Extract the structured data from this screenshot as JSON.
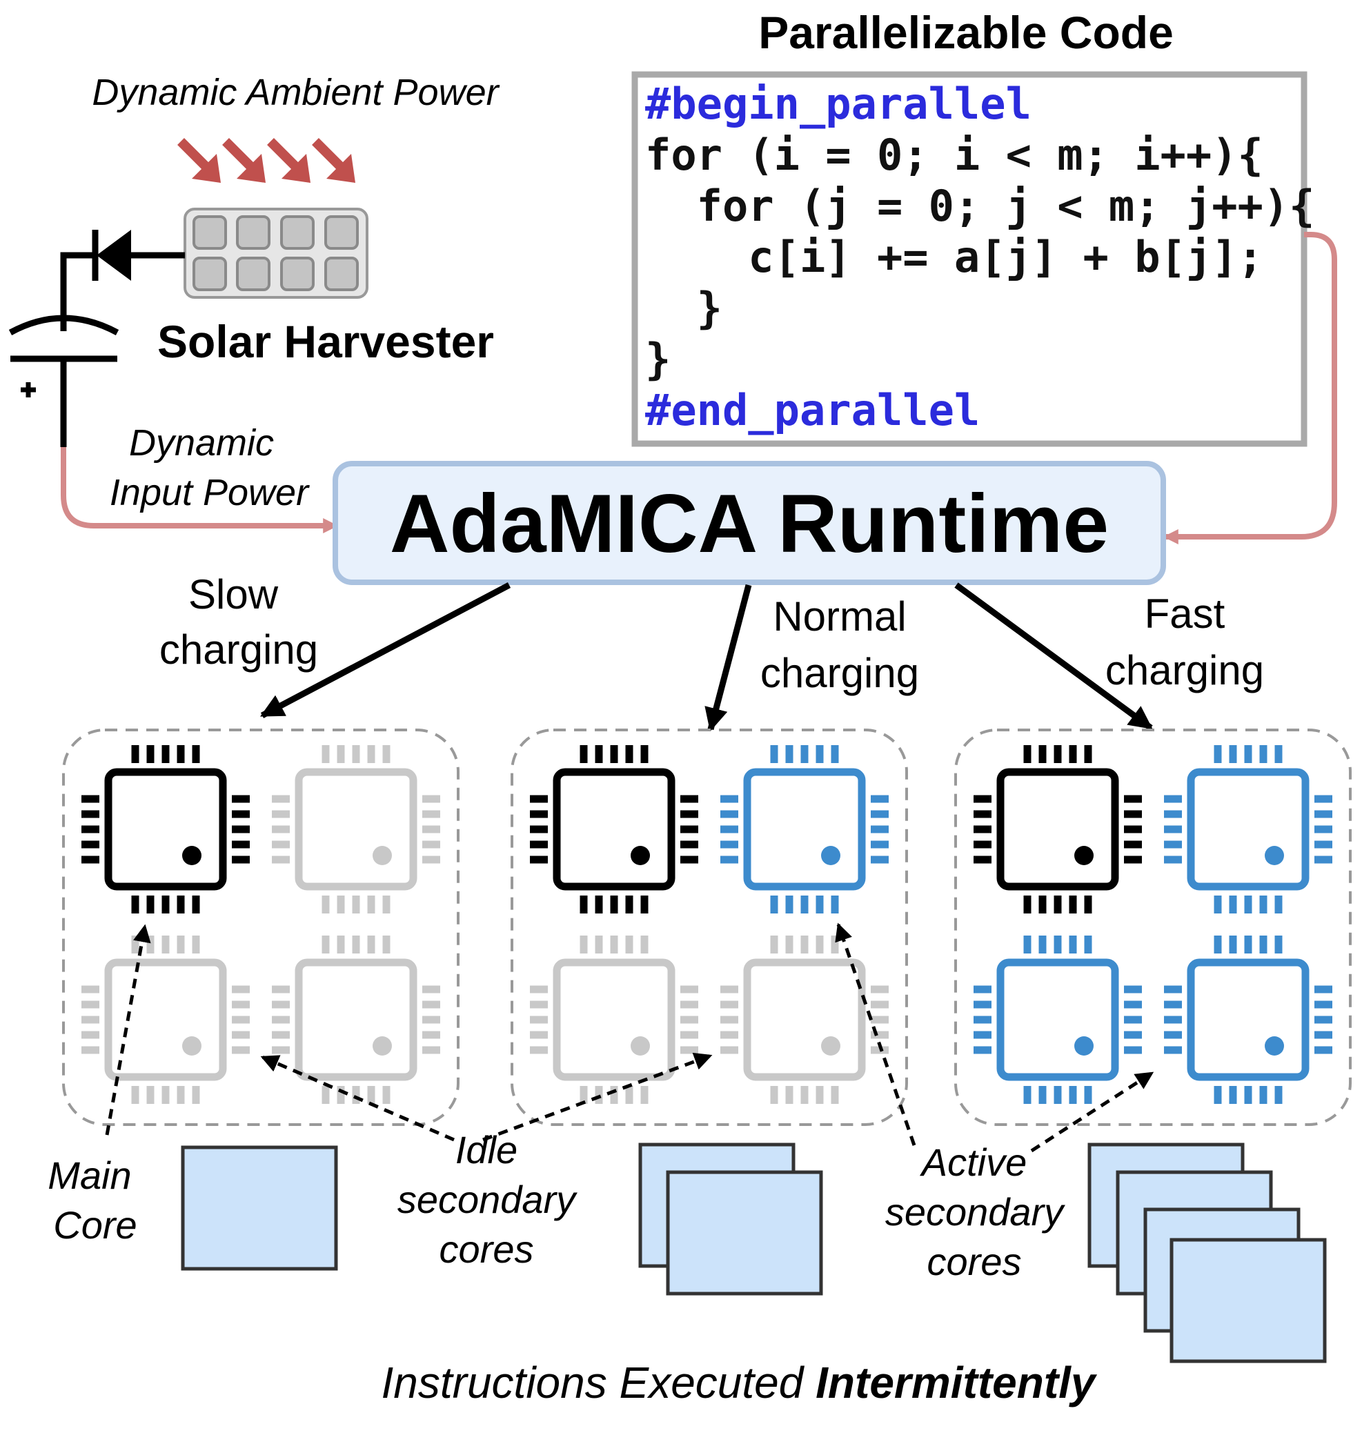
{
  "titles": {
    "code_title": "Parallelizable Code",
    "ambient": "Dynamic Ambient Power",
    "harvester": "Solar Harvester",
    "input_power_1": "Dynamic",
    "input_power_2": "Input Power",
    "runtime": "AdaMICA Runtime"
  },
  "code": {
    "lines": [
      "#begin_parallel",
      "for (i = 0; i < m; i++){",
      "  for (j = 0; j < m; j++){",
      "    c[i] += a[j] + b[j];",
      "  }",
      "}",
      "#end_parallel"
    ]
  },
  "modes": [
    {
      "line1": "Slow",
      "line2": "charging"
    },
    {
      "line1": "Normal",
      "line2": "charging"
    },
    {
      "line1": "Fast",
      "line2": "charging"
    }
  ],
  "labels": {
    "main_core_1": "Main",
    "main_core_2": "Core",
    "idle_1": "Idle",
    "idle_2": "secondary",
    "idle_3": "cores",
    "active_1": "Active",
    "active_2": "secondary",
    "active_3": "cores"
  },
  "footer": {
    "normal": "Instructions Executed ",
    "bold": "Intermittently"
  },
  "colors": {
    "directive": "#2b2bdc",
    "code_text": "#111111",
    "sun_arrow": "#c0504d",
    "power_line": "#d48a8a",
    "runtime_fill": "#e8f1fc",
    "runtime_border": "#aac2e0",
    "main_core": "#000000",
    "idle_core": "#c8c8c8",
    "active_core": "#3d8bcd",
    "instr_fill": "#cce3fa"
  },
  "icons": {
    "solar_panel": "solar-panel-icon",
    "diode": "diode-icon",
    "capacitor": "capacitor-icon",
    "sun_rays": "sun-ray-arrows-icon",
    "cpu": "chip-icon"
  }
}
